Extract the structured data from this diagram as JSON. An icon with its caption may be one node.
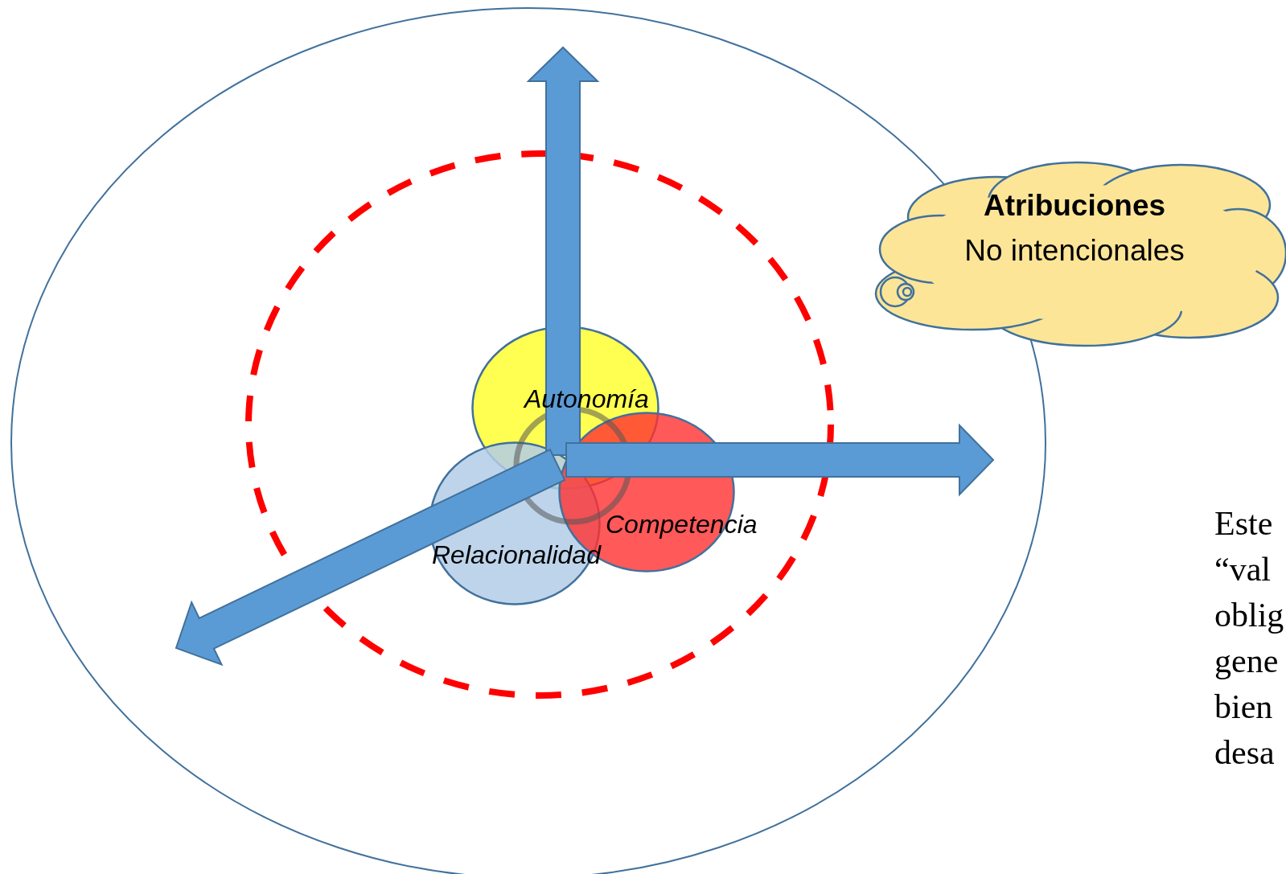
{
  "diagram": {
    "nodes": [
      {
        "text": [
          "Autonomía"
        ]
      },
      {
        "text": [
          "Competencia"
        ]
      },
      {
        "text": [
          "Relacionalidad"
        ]
      },
      {
        "text": [
          "Atribuciones",
          "No intencionales"
        ]
      },
      {
        "text": [],
        "shape": "circle"
      }
    ],
    "labels": [
      "Este",
      "“val",
      "oblig",
      "gene",
      "bien",
      "desa"
    ]
  }
}
